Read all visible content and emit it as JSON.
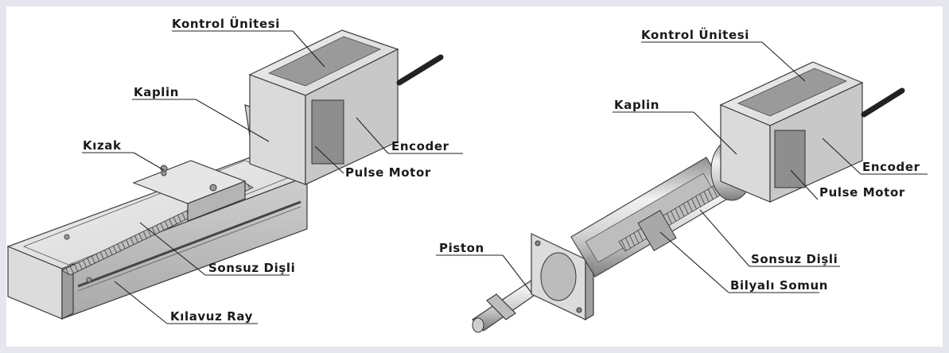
{
  "left_diagram": {
    "labels": {
      "control_unit": "Kontrol Ünitesi",
      "coupling": "Kaplin",
      "slider": "Kızak",
      "encoder": "Encoder",
      "pulse_motor": "Pulse Motor",
      "lead_screw": "Sonsuz Dişli",
      "guide_rail": "Kılavuz Ray"
    }
  },
  "right_diagram": {
    "labels": {
      "control_unit": "Kontrol Ünitesi",
      "coupling": "Kaplin",
      "encoder": "Encoder",
      "pulse_motor": "Pulse Motor",
      "piston": "Piston",
      "lead_screw": "Sonsuz Dişli",
      "ball_nut": "Bilyalı Somun"
    }
  },
  "colors": {
    "frame": "#e6e6ef",
    "body_light": "#e2e2e2",
    "body_mid": "#cfcfcf",
    "body_dark": "#9a9a9a",
    "cable": "#222222"
  }
}
